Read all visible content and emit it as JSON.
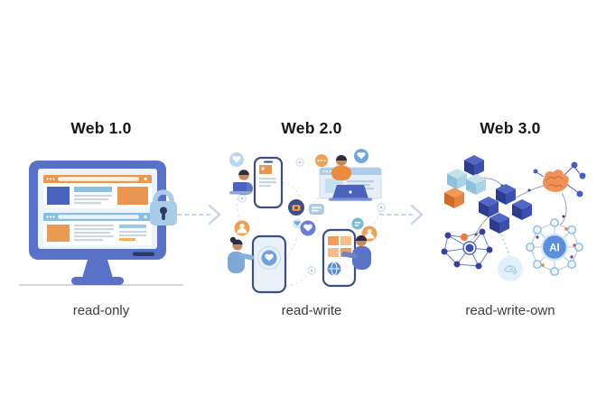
{
  "page": {
    "background_color": "#ffffff"
  },
  "sections": [
    {
      "id": "web-1-0",
      "title": "Web 1.0",
      "caption": "read-only",
      "illustration": "desktop-monitor-showing-two-browser-pages-with-padlock",
      "icons": [
        "desktop-monitor",
        "browser-window-top",
        "browser-window-bottom",
        "padlock"
      ]
    },
    {
      "id": "web-2-0",
      "title": "Web 2.0",
      "caption": "read-write",
      "illustration": "four-people-with-phones-and-laptops-sharing-social-content",
      "icons": [
        "smartphone",
        "laptop",
        "person",
        "heart-bubble",
        "comment-bubble",
        "camera-bubble",
        "like-button",
        "user-bubble",
        "globe"
      ]
    },
    {
      "id": "web-3-0",
      "title": "Web 3.0",
      "caption": "read-write-own",
      "illustration": "blockchain-cubes-neural-brain-decentralized-graph-and-ai-hub",
      "ai_label": "AI",
      "icons": [
        "blockchain-cube",
        "brain-network",
        "decentralized-graph",
        "ai-hub"
      ]
    }
  ],
  "arrows": [
    {
      "from": "Web 1.0",
      "to": "Web 2.0",
      "style": "dashed",
      "direction": "right"
    },
    {
      "from": "Web 2.0",
      "to": "Web 3.0",
      "style": "dashed",
      "direction": "right"
    }
  ],
  "colors": {
    "primary_blue": "#5a71c8",
    "light_blue": "#a9cde9",
    "sky_blue": "#8bbede",
    "orange": "#ea9650",
    "navy": "#2c3866",
    "arrow": "#c6d6ea",
    "title_text": "#161616",
    "caption_text": "#3c3c3c"
  }
}
